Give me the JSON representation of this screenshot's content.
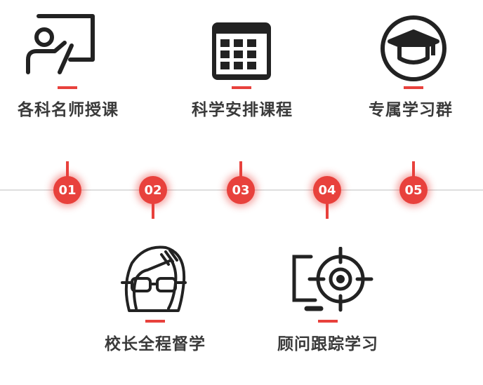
{
  "features": [
    {
      "label": "各科名师授课",
      "icon": "teacher-board-icon",
      "number": "01"
    },
    {
      "label": "校长全程督学",
      "icon": "principal-glasses-icon",
      "number": "02"
    },
    {
      "label": "科学安排课程",
      "icon": "calendar-schedule-icon",
      "number": "03"
    },
    {
      "label": "顾问跟踪学习",
      "icon": "target-monitor-icon",
      "number": "04"
    },
    {
      "label": "专属学习群",
      "icon": "graduation-cap-icon",
      "number": "05"
    }
  ],
  "colors": {
    "accent": "#e8413c",
    "text": "#3a3a3a",
    "line": "#dedede",
    "icon": "#222222"
  }
}
